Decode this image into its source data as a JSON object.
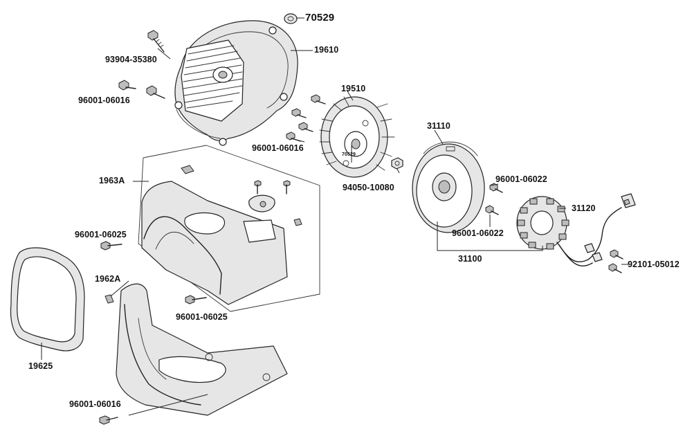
{
  "parts": {
    "p70529": "70529",
    "p19610": "19610",
    "p93904": "93904-35380",
    "p96001_06016_a": "96001-06016",
    "p19510": "19510",
    "p96001_06016_b": "96001-06016",
    "p70529_small": "70529",
    "p31110": "31110",
    "p94050": "94050-10080",
    "p96001_06022_a": "96001-06022",
    "p31120": "31120",
    "p96001_06022_b": "96001-06022",
    "p31100": "31100",
    "p92101": "92101-05012",
    "p1963A": "1963A",
    "p96001_06025_a": "96001-06025",
    "p1962A": "1962A",
    "p96001_06025_b": "96001-06025",
    "p19625": "19625",
    "p96001_06016_c": "96001-06016"
  },
  "colors": {
    "ink": "#222222",
    "paper": "#ffffff",
    "shade": "#e6e6e6"
  }
}
